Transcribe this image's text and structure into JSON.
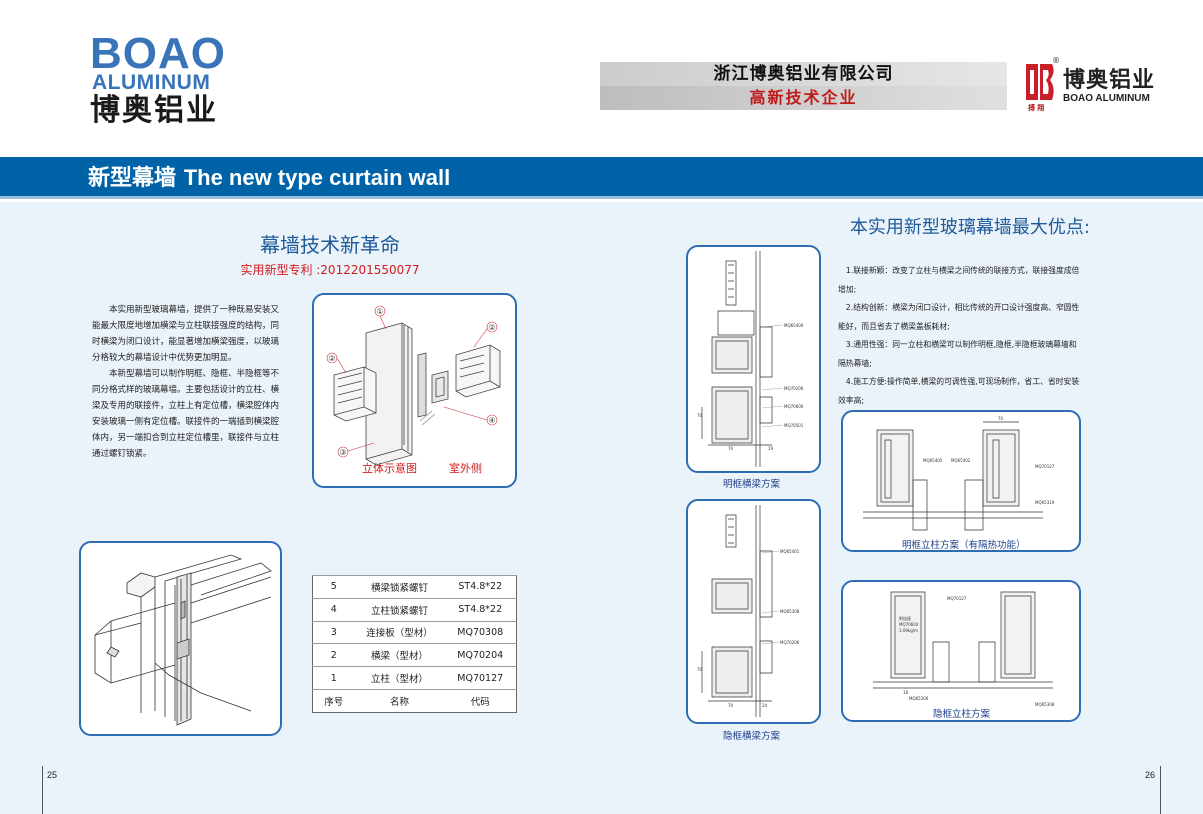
{
  "header": {
    "logo_en_big": "BOAO",
    "logo_en_small": "ALUMINUM",
    "logo_cn": "博奥铝业",
    "company_name": "浙江博奥铝业有限公司",
    "company_tag": "高新技术企业",
    "brand_cn": "博奥铝业",
    "brand_en": "BOAO ALUMINUM",
    "brand_small": "搏 翔",
    "brand_reg": "®"
  },
  "banner": {
    "title_cn": "新型幕墙",
    "title_en": "The new type curtain wall"
  },
  "left": {
    "heading": "幕墙技术新革命",
    "patent": "实用新型专利 :2012201550077",
    "intro": [
      "本实用新型玻璃幕墙，提供了一种既易安装又能最大限度地增加横梁与立柱联接强度的结构，同时横梁为闭口设计，能显著增加横梁强度，以玻璃分格较大的幕墙设计中优势更加明显。",
      "本新型幕墙可以制作明框、隐框、半隐框等不同分格式样的玻璃幕墙。主要包括设计的立柱、横梁及专用的联接件，立柱上有定位槽，横梁腔体内安装玻璃一侧有定位槽。联接件的一端插到横梁腔体内，另一端扣合到立柱定位槽里，联接件与立柱通过螺钉锁紧。"
    ],
    "iso_caption_1": "立体示意图",
    "iso_caption_2": "室外侧",
    "markers": [
      "①",
      "②",
      "②",
      "③",
      "④"
    ]
  },
  "parts_table": {
    "rows": [
      [
        "5",
        "横梁锁紧螺钉",
        "ST4.8*22"
      ],
      [
        "4",
        "立柱锁紧螺钉",
        "ST4.8*22"
      ],
      [
        "3",
        "连接板（型材）",
        "MQ70308"
      ],
      [
        "2",
        "横梁（型材）",
        "MQ70204"
      ],
      [
        "1",
        "立柱（型材）",
        "MQ70127"
      ]
    ],
    "header": [
      "序号",
      "名称",
      "代码"
    ]
  },
  "right": {
    "heading": "本实用新型玻璃幕墙最大优点:",
    "advantages": [
      "1.联接新颖：改变了立柱与横梁之间传统的联接方式，联接强度成倍增加;",
      "2.结构创新：横梁为闭口设计，相比传统的开口设计强度高、窄圆性能好，而且省去了横梁盖板耗材;",
      "3.通用性强：同一立柱和横梁可以制作明框,隐框,半隐框玻璃幕墙和隔热幕墙;",
      "4.施工方便:操作简单,横梁的可调性强,可现场制作，省工、省时安装效率高;"
    ],
    "captions": {
      "a": "明框横梁方案",
      "b": "隐框横梁方案",
      "c": "明框立柱方案（有隔热功能）",
      "d": "隐框立柱方案"
    },
    "labels_a": [
      "MQ65400",
      "MQ70206",
      "MQ70600",
      "MQ70501",
      "70",
      "19",
      "70"
    ],
    "labels_b": [
      "MQ65401",
      "MQ65308",
      "MQ70206",
      "70",
      "24",
      "70"
    ],
    "labels_c": [
      "MQ65405",
      "MQ65402",
      "MQ70127",
      "MQ65319",
      "70"
    ],
    "labels_d": [
      "MQ70127",
      "附连接",
      "MQ70604",
      "3.09kg/m",
      "MQ65306",
      "MQ65308",
      "18"
    ]
  },
  "pages": {
    "left": "25",
    "right": "26"
  }
}
